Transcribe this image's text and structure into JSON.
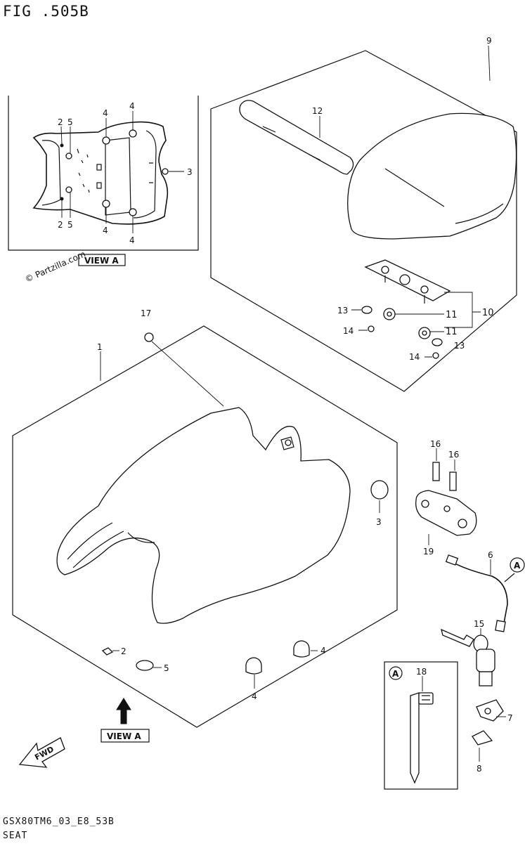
{
  "figure": {
    "number": "FIG .505B",
    "code": "GSX80TM6_03_E8_53B",
    "name": "SEAT"
  },
  "watermark": "© Partzilla.com",
  "views": {
    "view_a_label": "VIEW A",
    "detail_ref": "A",
    "fwd": "FWD"
  },
  "callouts": {
    "c1": "1",
    "c2": "2",
    "c2a": "2",
    "c2b": "2",
    "c3": "3",
    "c3a": "3",
    "c4": "4",
    "c4a": "4",
    "c4b": "4",
    "c4c": "4",
    "c4d": "4",
    "c4e": "4",
    "c5": "5",
    "c5a": "5",
    "c5b": "5",
    "c6": "6",
    "c7": "7",
    "c8": "8",
    "c9": "9",
    "c10": "10",
    "c11a": "11",
    "c11b": "11",
    "c12": "12",
    "c13a": "13",
    "c13b": "13",
    "c14a": "14",
    "c14b": "14",
    "c15": "15",
    "c16a": "16",
    "c16b": "16",
    "c17": "17",
    "c18": "18",
    "c19": "19"
  }
}
